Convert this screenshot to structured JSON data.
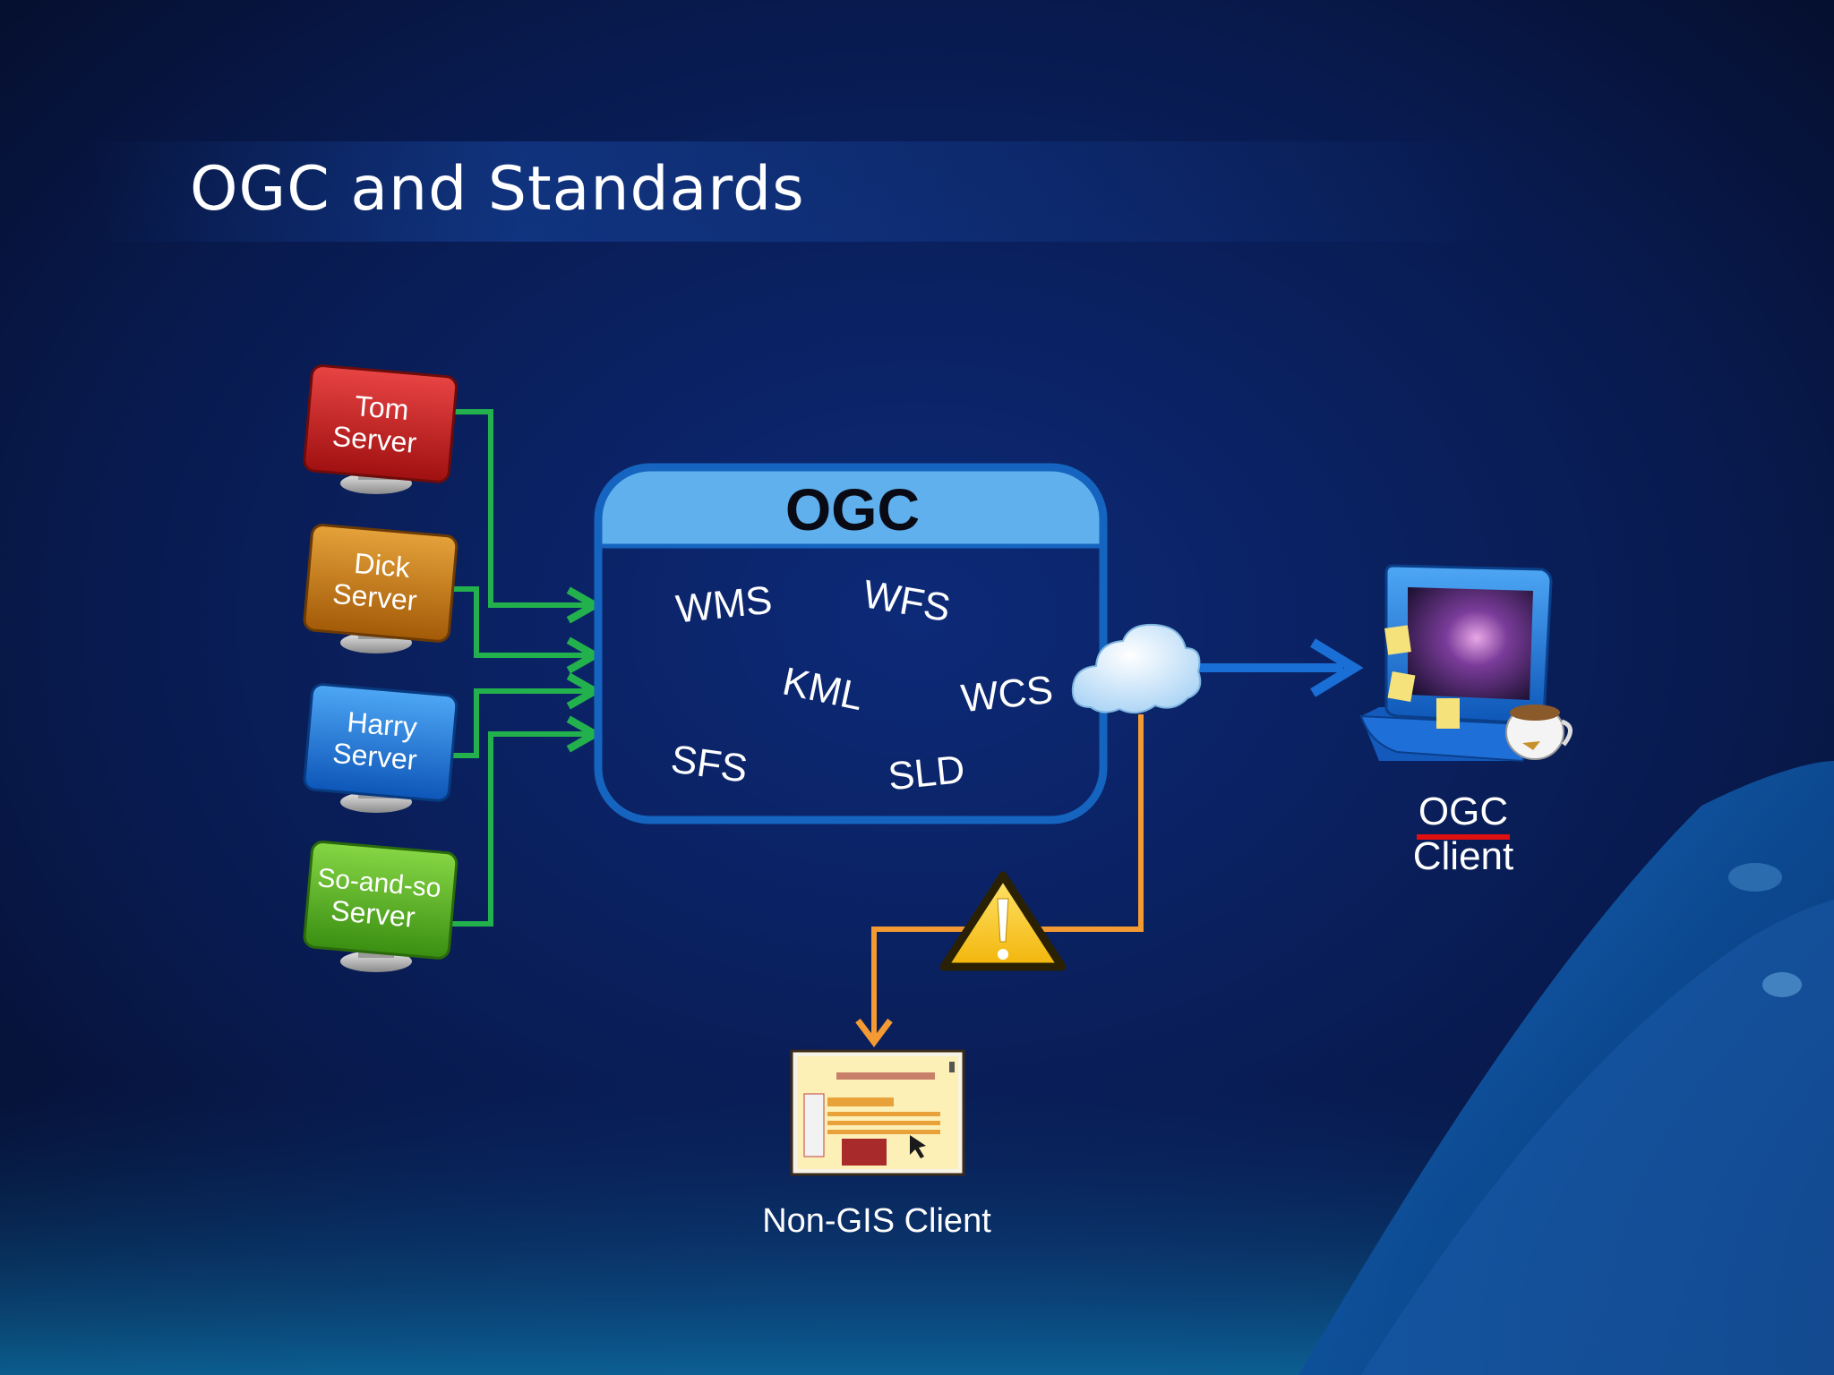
{
  "slide": {
    "title": "OGC and Standards"
  },
  "servers": [
    {
      "line1": "Tom",
      "line2": "Server",
      "color": "#c41d1d"
    },
    {
      "line1": "Dick",
      "line2": "Server",
      "color": "#c77a13"
    },
    {
      "line1": "Harry",
      "line2": "Server",
      "color": "#1e7be0"
    },
    {
      "line1": "So-and-so",
      "line2": "Server",
      "color": "#5cb523"
    }
  ],
  "ogc_box": {
    "header": "OGC",
    "standards": [
      "WMS",
      "WFS",
      "KML",
      "WCS",
      "SFS",
      "SLD"
    ]
  },
  "ogc_client": {
    "line1": "OGC",
    "line2": "Client"
  },
  "non_gis_client": {
    "label": "Non-GIS Client"
  },
  "colors": {
    "green_arrow": "#22b14c",
    "blue_arrow": "#1a6fd6",
    "orange_arrow": "#f39a33",
    "ogc_border": "#1565c0",
    "ogc_header": "#5fb0ec",
    "warning": "#f5c518"
  }
}
